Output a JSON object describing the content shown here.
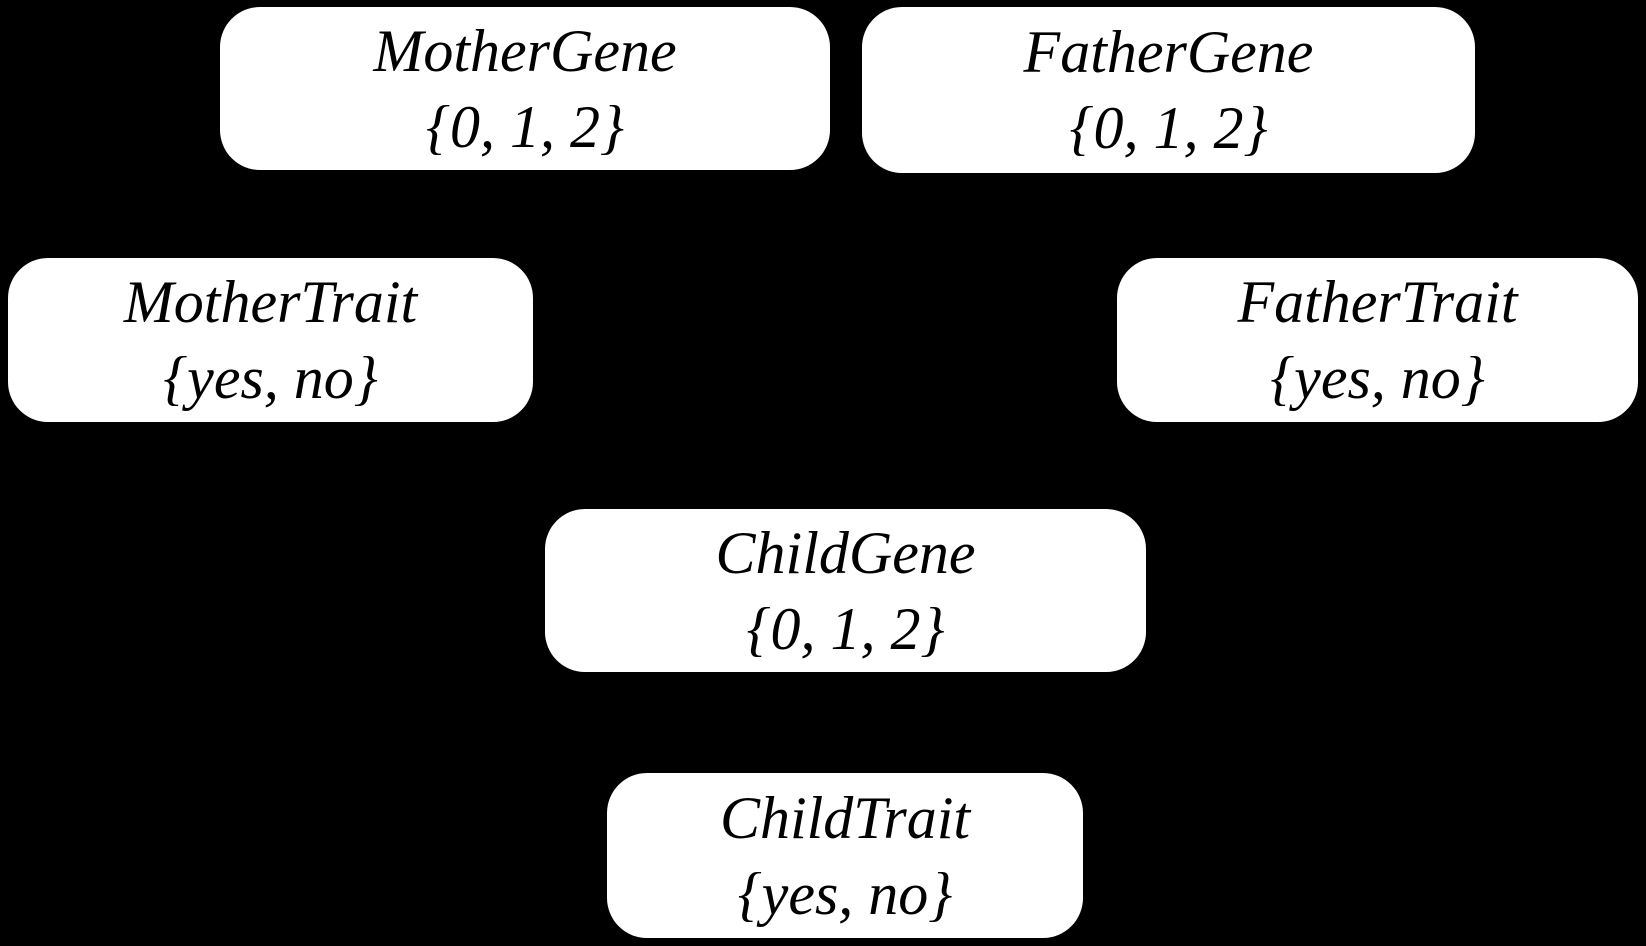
{
  "diagram": {
    "type": "bayesian-network-nodes",
    "background_color": "#000000",
    "node_fill_color": "#ffffff",
    "node_text_color": "#000000",
    "nodes": [
      {
        "id": "mother-gene",
        "name": "MotherGene",
        "domain": "{0, 1, 2}"
      },
      {
        "id": "father-gene",
        "name": "FatherGene",
        "domain": "{0, 1, 2}"
      },
      {
        "id": "mother-trait",
        "name": "MotherTrait",
        "domain": "{yes, no}"
      },
      {
        "id": "father-trait",
        "name": "FatherTrait",
        "domain": "{yes, no}"
      },
      {
        "id": "child-gene",
        "name": "ChildGene",
        "domain": "{0, 1, 2}"
      },
      {
        "id": "child-trait",
        "name": "ChildTrait",
        "domain": "{yes, no}"
      }
    ]
  }
}
